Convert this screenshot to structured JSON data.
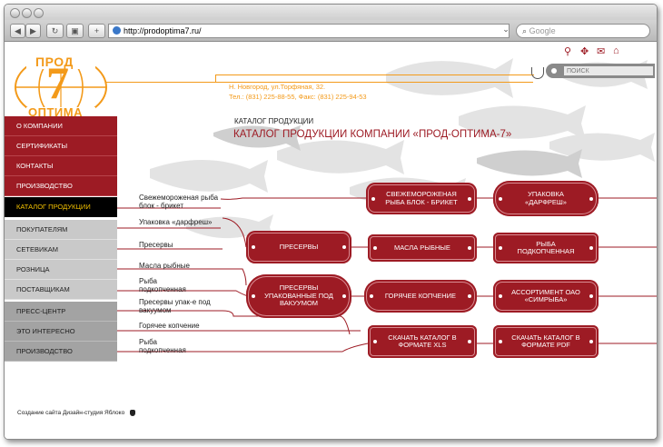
{
  "browser": {
    "url": "http://prodoptima7.ru/",
    "search_placeholder": "Google"
  },
  "header": {
    "logo_top": "ПРОД",
    "logo_digit": "7",
    "logo_bottom": "ОПТИМА",
    "address": "Н. Новгород, ул.Торфяная, 32.",
    "phones": "Тел.: (831) 225-88-55, Факс: (831) 225-94-53",
    "search_placeholder": "ПОИСК"
  },
  "breadcrumb": "КАТАЛОГ ПРОДУКЦИИ",
  "page_title": "КАТАЛОГ ПРОДУКЦИИ КОМПАНИИ «ПРОД-ОПТИМА-7»",
  "sidebar": {
    "items": [
      {
        "label": "О КОМПАНИИ"
      },
      {
        "label": "СЕРТИФИКАТЫ"
      },
      {
        "label": "КОНТАКТЫ"
      },
      {
        "label": "ПРОИЗВОДСТВО"
      },
      {
        "label": "КАТАЛОГ ПРОДУКЦИИ"
      },
      {
        "label": "ПОКУПАТЕЛЯМ"
      },
      {
        "label": "СЕТЕВИКАМ"
      },
      {
        "label": "РОЗНИЦА"
      },
      {
        "label": "ПОСТАВЩИКАМ"
      },
      {
        "label": "ПРЕСС-ЦЕНТР"
      },
      {
        "label": "ЭТО ИНТЕРЕСНО"
      },
      {
        "label": "ПРОИЗВОДСТВО"
      }
    ]
  },
  "submenu": [
    {
      "label": "Свежемороженая рыба блок - брикет"
    },
    {
      "label": "Упаковка «дарфреш»"
    },
    {
      "label": "Пресервы"
    },
    {
      "label": "Масла рыбные"
    },
    {
      "label": "Рыба подкопченная"
    },
    {
      "label": "Пресервы упак-е под вакуумом"
    },
    {
      "label": "Горячее копчение"
    },
    {
      "label": "Рыба подкопченная"
    }
  ],
  "tags": {
    "fresh": "СВЕЖЕМОРОЖЕНАЯ РЫБА БЛОК - БРИКЕТ",
    "darfresh": "УПАКОВКА «ДАРФРЕШ»",
    "preserves": "ПРЕСЕРВЫ",
    "oils": "МАСЛА РЫБНЫЕ",
    "smoked": "РЫБА ПОДКОПЧЕННАЯ",
    "vacuum": "ПРЕСЕРВЫ УПАКОВАННЫЕ ПОД ВАКУУМОМ",
    "hot": "ГОРЯЧЕЕ КОПЧЕНИЕ",
    "assortment": "АССОРТИМЕНТ ОАО «СИМРЫБА»",
    "xls": "СКАЧАТЬ КАТАЛОГ В ФОРМАТЕ XLS",
    "pdf": "СКАЧАТЬ КАТАЛОГ В ФОРМАТЕ PDF"
  },
  "footer": "Создание сайта Дизайн-студия Яблоко",
  "colors": {
    "brand": "#9d1b24",
    "orange": "#f39a1a",
    "active_text": "#f4c100"
  }
}
